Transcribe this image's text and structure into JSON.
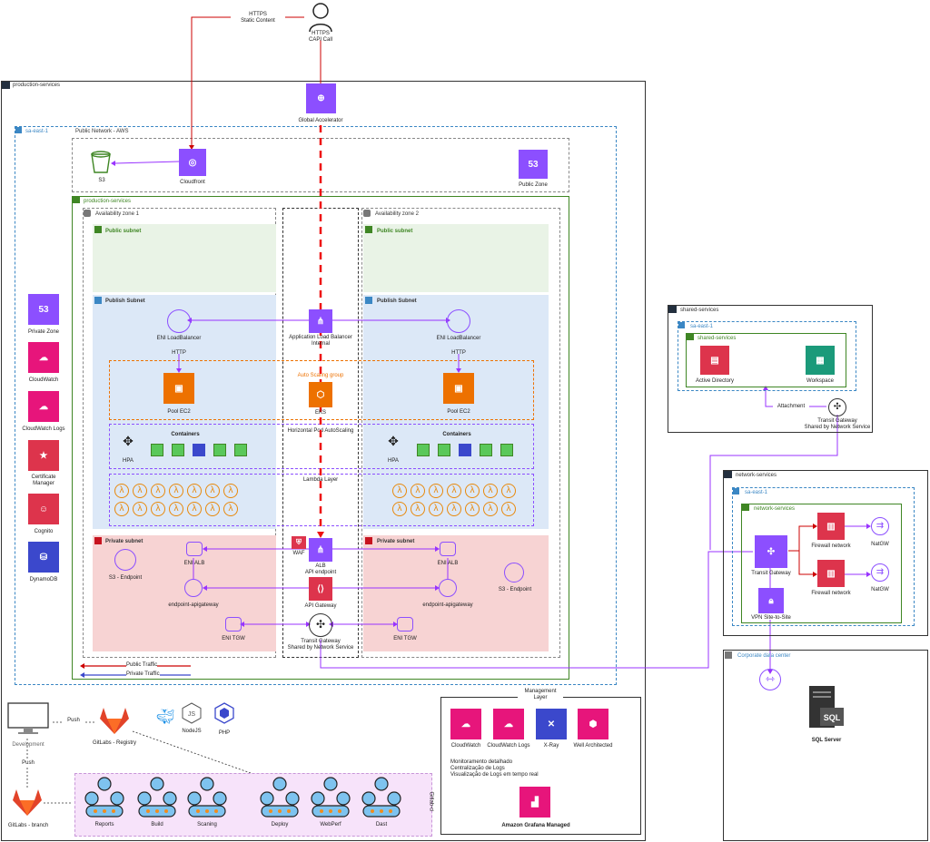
{
  "user": {
    "label_left": "HTTPS\nStatic Content",
    "label_under": "HTTPS\nCAPI Call"
  },
  "production_services": {
    "title": "production-services"
  },
  "region": {
    "title": "sa-east-1"
  },
  "public_network": {
    "title": "Public Network - AWS"
  },
  "global_accelerator": {
    "label": "Global Accelerator"
  },
  "cloudfront": {
    "label": "Cloudfront"
  },
  "s3": {
    "label": "S3"
  },
  "public_zone": {
    "label": "Public Zone"
  },
  "vpc": {
    "title": "production-services"
  },
  "az1": {
    "title": "Availability zone 1"
  },
  "az2": {
    "title": "Availability zone 2"
  },
  "public_subnet": "Public subnet",
  "publish_subnet": "Publish Subnet",
  "private_subnet": "Private subnet",
  "eni_lb": "ENI LoadBalancer",
  "http": "HTTP",
  "alb_internal": "Application Load Balancer\nInternal",
  "asg": "Auto Scaling group",
  "eks": "EKS",
  "pool_ec2": "Pool EC2",
  "hpa_label": "Horizontal Pod AutoScaling",
  "containers": "Containers",
  "hpa": "HPA",
  "lambda_layer": "Lambda Layer",
  "waf": "WAF",
  "alb_api": "ALB\nAPI endpoint",
  "s3_endpoint": "S3 - Endpoint",
  "eni_alb": "ENI ALB",
  "endpoint_apigw": "endpoint-apigateway",
  "api_gateway": "API Gateway",
  "eni_tgw": "ENI TGW",
  "transit_shared": "Transit Gateway\nShared by Network Service",
  "legend": {
    "public": "Public Traffic",
    "private": "Private Traffic"
  },
  "left_services": [
    "Private Zone",
    "CloudWatch",
    "CloudWatch Logs",
    "Certificate\nManager",
    "Cognito",
    "DynamoDB"
  ],
  "shared_services": {
    "title": "shared-services",
    "region": "sa-east-1",
    "vpc": "shared-services",
    "ad": "Active Directory",
    "workspace": "Workspace",
    "attachment": "Attachment",
    "tgw": "Transit Gateway\nShared by Network Service"
  },
  "network_services": {
    "title": "network-services",
    "region": "sa-east-1",
    "vpc": "network-services",
    "tgw": "Transit Gateway",
    "fw1": "Firewall network",
    "fw2": "Firewall network",
    "nat1": "NatGW",
    "nat2": "NatGW",
    "vpn": "VPN Site-to-Site"
  },
  "corporate": {
    "title": "Corporate data center",
    "sql": "SQL Server"
  },
  "devops": {
    "development": "Development",
    "push_top": "Push",
    "push_side": "Push",
    "registry": "GitLabs - Registry",
    "branch": "GitLabs - branch",
    "node": "NodeJS",
    "php": "PHP",
    "gitlab_ci": "Gitlab-ci",
    "stages": [
      "Reports",
      "Build",
      "Scaning",
      "Deploy",
      "WebPerf",
      "Dast"
    ]
  },
  "management": {
    "title": "Management\nLayer",
    "items": [
      "CloudWatch",
      "CloudWatch Logs",
      "X-Ray",
      "Well Architected"
    ],
    "notes": "Monitoramento detalhado\nCentralização de Logs\nVisualização de Logs em tempo real",
    "grafana": "Amazon Grafana Managed"
  },
  "colors": {
    "pink": "#e7157b",
    "purple": "#8c4fff",
    "orange": "#ed7100",
    "green": "#3f8624",
    "red": "#dd344c",
    "blue": "#3b48cc",
    "line_purple": "#9933ff",
    "line_red": "#cc0000"
  }
}
